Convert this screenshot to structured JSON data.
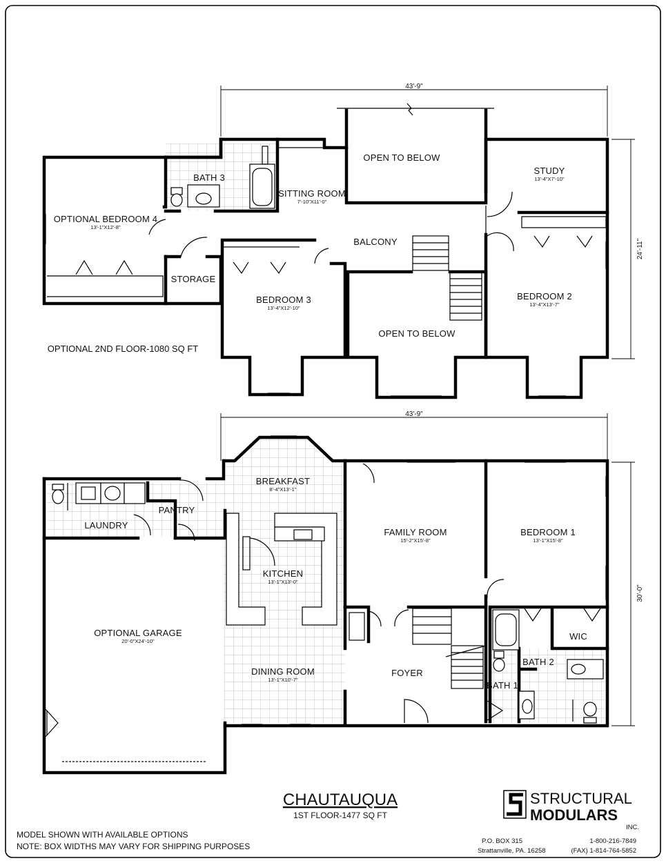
{
  "second_floor": {
    "overall_width": "43'-9\"",
    "overall_depth": "24'-11\"",
    "caption": "OPTIONAL 2ND FLOOR-1080 SQ FT",
    "rooms": {
      "open_to_below_top": {
        "name": "OPEN TO BELOW"
      },
      "study": {
        "name": "STUDY",
        "dims": "13'-4\"X7'-10\""
      },
      "bath3": {
        "name": "BATH 3"
      },
      "sitting_room": {
        "name": "SITTING ROOM",
        "dims": "7'-10\"X11'-0\""
      },
      "optional_bedroom4": {
        "name": "OPTIONAL BEDROOM 4",
        "dims": "13'-1\"X12'-8\""
      },
      "balcony": {
        "name": "BALCONY"
      },
      "storage": {
        "name": "STORAGE"
      },
      "bedroom3": {
        "name": "BEDROOM 3",
        "dims": "13'-4\"X12'-10\""
      },
      "bedroom2": {
        "name": "BEDROOM 2",
        "dims": "13'-4\"X13'-7\""
      },
      "open_to_below_bottom": {
        "name": "OPEN TO BELOW"
      }
    }
  },
  "first_floor": {
    "overall_width": "43'-9\"",
    "overall_depth": "30'-0\"",
    "rooms": {
      "breakfast": {
        "name": "BREAKFAST",
        "dims": "8'-4\"X13'-1\""
      },
      "pantry": {
        "name": "PANTRY"
      },
      "laundry": {
        "name": "LAUNDRY"
      },
      "family_room": {
        "name": "FAMILY ROOM",
        "dims": "15'-2\"X15'-8\""
      },
      "bedroom1": {
        "name": "BEDROOM 1",
        "dims": "13'-1\"X15'-8\""
      },
      "kitchen": {
        "name": "KITCHEN",
        "dims": "13'-1\"X13'-0\""
      },
      "optional_garage": {
        "name": "OPTIONAL GARAGE",
        "dims": "20'-0\"X24'-10\""
      },
      "wic": {
        "name": "WIC"
      },
      "dining_room": {
        "name": "DINING ROOM",
        "dims": "13'-1\"X10'-7\""
      },
      "foyer": {
        "name": "FOYER"
      },
      "bath2": {
        "name": "BATH 2"
      },
      "bath1": {
        "name": "BATH 1"
      }
    }
  },
  "title_block": {
    "model_name": "CHAUTAUQUA",
    "first_floor_area": "1ST FLOOR-1477 SQ FT",
    "note1": "MODEL SHOWN WITH AVAILABLE OPTIONS",
    "note2": "NOTE:  BOX WIDTHS MAY VARY FOR SHIPPING PURPOSES",
    "company_line1": "STRUCTURAL",
    "company_line2": "MODULARS",
    "company_suffix": "INC.",
    "address1": "P.O. BOX 315",
    "address2": "Strattanville, PA.  16258",
    "phone1": "1-800-216-7849",
    "phone2": "(FAX) 1-814-764-5852"
  }
}
